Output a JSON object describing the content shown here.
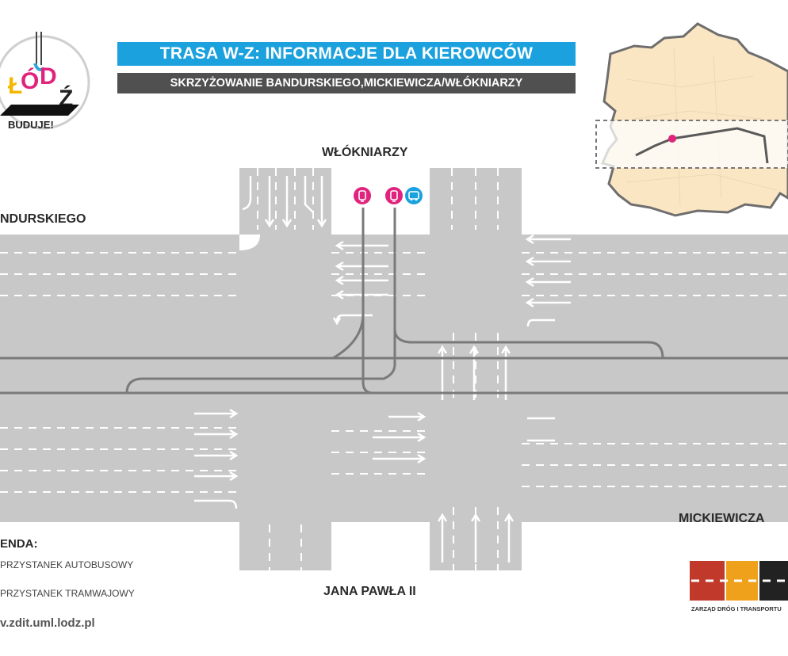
{
  "header": {
    "title": "TRASA W-Z: INFORMACJE DLA KIEROWCÓW",
    "subtitle": "SKRZYŻOWANIE BANDURSKIEGO,MICKIEWICZA/WŁÓKNIARZY"
  },
  "logo": {
    "text_main": "ŁÓDŹ",
    "text_slogan": "BUDUJE!"
  },
  "streets": {
    "north": "WŁÓKNIARZY",
    "west": "NDURSKIEGO",
    "east": "MICKIEWICZA",
    "south": "JANA PAWŁA II"
  },
  "legend": {
    "title": "ENDA:",
    "items": [
      {
        "label": "PRZYSTANEK AUTOBUSOWY",
        "icon": "bus-stop-icon"
      },
      {
        "label": "PRZYSTANEK TRAMWAJOWY",
        "icon": "tram-stop-icon"
      }
    ]
  },
  "website": "v.zdit.uml.lodz.pl",
  "organization": "ZARZĄD DRÓG I TRANSPORTU",
  "colors": {
    "road": "#c8c8c8",
    "track": "#7a7a7a",
    "title_bg": "#1ba1de",
    "subtitle_bg": "#505050",
    "tram_stop": "#e0237d",
    "bus_stop": "#1ba1de",
    "city_fill": "#fbe6c3",
    "city_border": "#6e6e6e",
    "route_line": "#5a5a5a"
  }
}
